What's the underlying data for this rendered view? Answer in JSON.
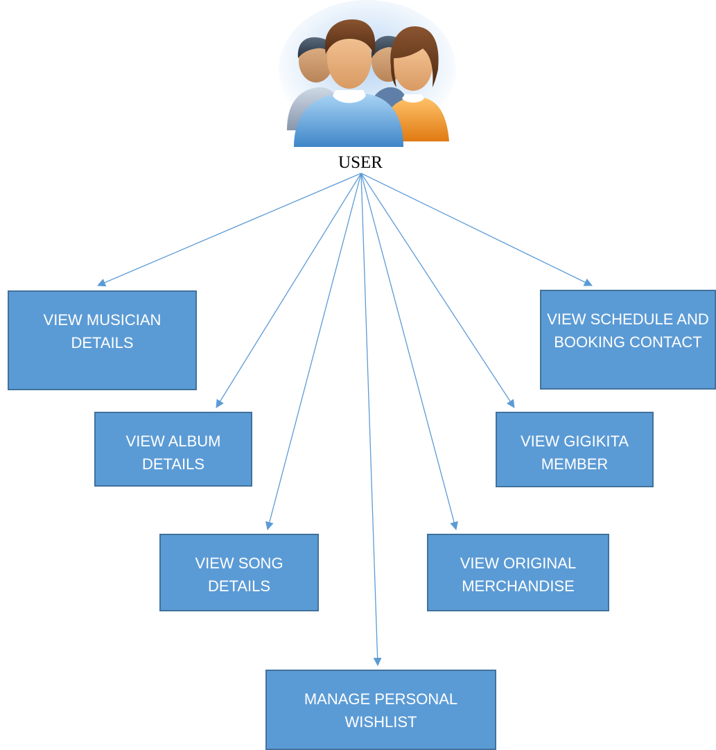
{
  "diagram": {
    "root": {
      "label": "USER",
      "icon": "user-group-icon"
    },
    "nodes": [
      {
        "id": "musician",
        "label": "VIEW MUSICIAN DETAILS"
      },
      {
        "id": "album",
        "label": "VIEW ALBUM DETAILS"
      },
      {
        "id": "song",
        "label": "VIEW SONG DETAILS"
      },
      {
        "id": "wishlist",
        "label": "MANAGE PERSONAL WISHLIST"
      },
      {
        "id": "merch",
        "label": "VIEW ORIGINAL MERCHANDISE"
      },
      {
        "id": "member",
        "label": "VIEW GIGIKITA MEMBER"
      },
      {
        "id": "schedule",
        "label": "VIEW SCHEDULE AND BOOKING CONTACT"
      }
    ],
    "edges": [
      {
        "from": "USER",
        "to": "musician"
      },
      {
        "from": "USER",
        "to": "album"
      },
      {
        "from": "USER",
        "to": "song"
      },
      {
        "from": "USER",
        "to": "wishlist"
      },
      {
        "from": "USER",
        "to": "merch"
      },
      {
        "from": "USER",
        "to": "member"
      },
      {
        "from": "USER",
        "to": "schedule"
      }
    ],
    "colors": {
      "node_fill": "#5b9bd5",
      "node_border": "#41719c",
      "node_text": "#ffffff",
      "connector": "#5b9bd5",
      "root_text": "#000000"
    }
  }
}
